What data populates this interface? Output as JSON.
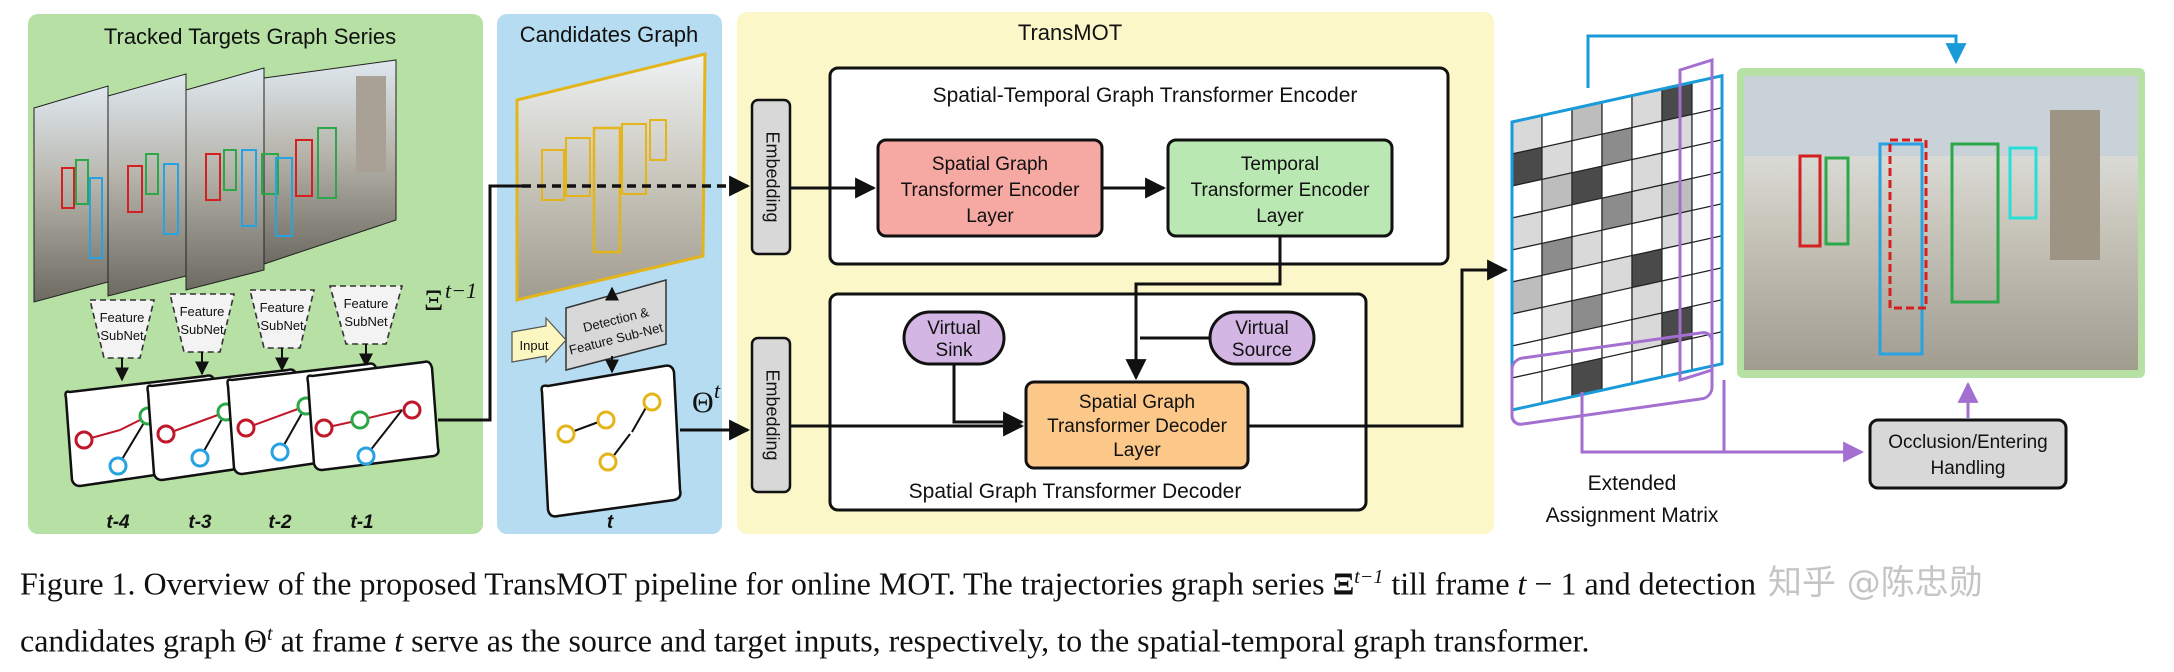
{
  "panels": {
    "tracked_title": "Tracked Targets Graph Series",
    "candidates_title": "Candidates Graph",
    "transmot_title": "TransMOT"
  },
  "feature_subnet_label": [
    "Feature",
    "SubNet"
  ],
  "frame_labels": [
    "t-4",
    "t-3",
    "t-2",
    "t-1"
  ],
  "candidate_frame_label": "t",
  "symbols": {
    "xi": "Ξ",
    "xi_sup": "t−1",
    "theta": "Θ",
    "theta_sup": "t"
  },
  "detection_subnet": [
    "Detection &",
    "Feature Sub-Net"
  ],
  "input_label": "Input",
  "embedding_label": "Embedding",
  "encoder": {
    "title": "Spatial-Temporal Graph Transformer Encoder",
    "spatial_layer": [
      "Spatial Graph",
      "Transformer Encoder",
      "Layer"
    ],
    "temporal_layer": [
      "Temporal",
      "Transformer Encoder",
      "Layer"
    ]
  },
  "decoder": {
    "title": "Spatial Graph Transformer Decoder",
    "virtual_sink": [
      "Virtual",
      "Sink"
    ],
    "virtual_source": [
      "Virtual",
      "Source"
    ],
    "decoder_layer": [
      "Spatial Graph",
      "Transformer Decoder",
      "Layer"
    ]
  },
  "matrix_label": [
    "Extended",
    "Assignment Matrix"
  ],
  "occlusion_label": [
    "Occlusion/Entering",
    "Handling"
  ],
  "caption": {
    "line1_a": "Figure 1. Overview of the proposed TransMOT pipeline for online MOT. The trajectories graph series ",
    "line1_b": " till frame ",
    "line1_c": " − 1 and detection",
    "line2_a": "candidates graph ",
    "line2_b": " at frame ",
    "line2_c": " serve as the source and target inputs, respectively, to the spatial-temporal graph transformer.",
    "watermark": "知乎 @陈忠勋"
  },
  "colors": {
    "tracked_bg": "#b6e0a4",
    "candidates_bg": "#b6dcf2",
    "transmot_bg": "#fbf7c8",
    "encoder_spatial": "#f6a8a3",
    "encoder_temporal": "#b9e8b3",
    "decoder_layer": "#fcc88a",
    "virtual_node": "#d3b6e4",
    "grey_box": "#d8d8d8",
    "purple_line": "#a36fd0",
    "cyan_line": "#1a9bd9"
  }
}
